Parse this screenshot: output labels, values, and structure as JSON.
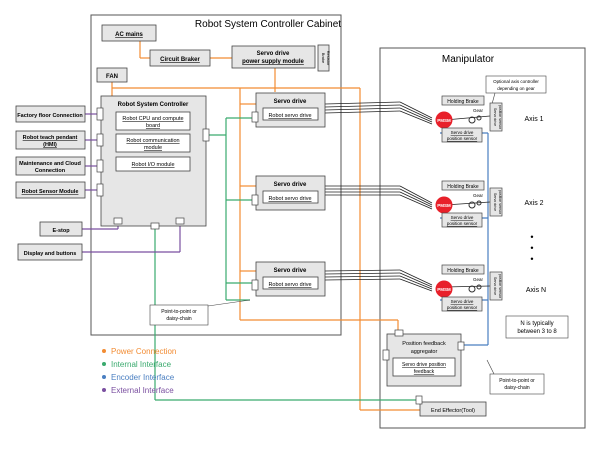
{
  "cabinet": {
    "title": "Robot System Controller Cabinet",
    "ac_mains": "AC mains",
    "circuit_breaker": "Circuit Braker",
    "servo_psu_line1": "Servo drive",
    "servo_psu_line2": "power supply module",
    "brake_resistor_line1": "Brake",
    "brake_resistor_line2": "Resistor",
    "fan": "FAN",
    "controller": {
      "title": "Robot System Controller",
      "cpu_line1": "Robot CPU and compute",
      "cpu_line2": "board",
      "comm_line1": "Robot communication",
      "comm_line2": "module",
      "io": "Robot I/O module"
    },
    "servo_drive_title": "Servo drive",
    "servo_drive_inner": "Robot servo drive",
    "p2p_line1": "Point-to-point or",
    "p2p_line2": "daisy-chain"
  },
  "left_blocks": {
    "factory_floor": "Factory floor Connection",
    "pendant_line1": "Robot teach pendant",
    "pendant_line2": "(HMI)",
    "maint_line1": "Maintenance and Cloud",
    "maint_line2": "Connection",
    "sensor": "Robot Sensor Module",
    "estop": "E-stop",
    "display": "Display and buttons"
  },
  "manipulator": {
    "title": "Manipulator",
    "optional_line1": "Optional axis controller",
    "optional_line2": "depending on gear",
    "holding_brake": "Holding Brake",
    "gear": "Gear",
    "motor": "PMSM",
    "pos_sensor_line1": "Servo drive",
    "pos_sensor_line2": "position sensor",
    "axes": [
      "Axis 1",
      "Axis 2",
      "Axis N"
    ],
    "dots": "•",
    "n_note_line1": "N is typically",
    "n_note_line2": "between 3 to 8",
    "aggregator_line1": "Position feedback",
    "aggregator_line2": "aggregator",
    "aggregator_inner_line1": "Servo drive   position",
    "aggregator_inner_line2": "feedback",
    "p2p_line1": "Point-to-point or",
    "p2p_line2": "daisy-chain",
    "end_effector": "End Effector(Tool)"
  },
  "legend": {
    "power": "Power Connection",
    "internal": "Internal Interface",
    "encoder": "Encoder Interface",
    "external": "External Interface"
  },
  "colors": {
    "power": "#f28c33",
    "internal": "#3aaa6e",
    "encoder": "#4a7fc1",
    "external": "#7a4fa0",
    "motor": "#e8202a",
    "box_fill": "#e6e6e6"
  }
}
